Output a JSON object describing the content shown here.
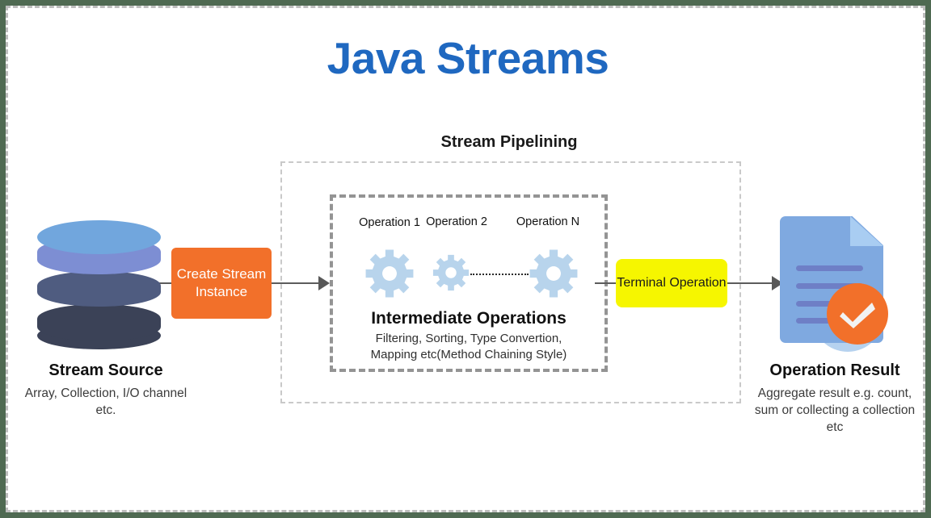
{
  "page": {
    "title": "Java Streams",
    "title_color": "#1f68c0",
    "background_color": "#4f6a52",
    "card_color": "#ffffff"
  },
  "pipeline": {
    "heading": "Stream Pipelining"
  },
  "source": {
    "icon": "database-cylinder-icon",
    "title": "Stream Source",
    "subtitle": "Array, Collection, I/O channel etc.",
    "colors": {
      "top": "#71a6dd",
      "band1": "#7d8ed3",
      "band2": "#4f5c80",
      "band3": "#3b4257"
    }
  },
  "create_step": {
    "label": "Create Stream Instance",
    "background": "#f2702a",
    "text_color": "#ffffff"
  },
  "operations": [
    {
      "label": "Operation 1",
      "icon": "gear-icon",
      "size": "large"
    },
    {
      "label": "Operation 2",
      "icon": "gear-icon",
      "size": "small"
    },
    {
      "label": "Operation N",
      "icon": "gear-icon",
      "size": "large"
    }
  ],
  "intermediate": {
    "title": "Intermediate Operations",
    "subtitle_line1": "Filtering, Sorting, Type Convertion,",
    "subtitle_line2": "Mapping etc(Method Chaining Style)",
    "gear_color": "#b8d4ec"
  },
  "terminal_step": {
    "label": "Terminal Operation",
    "background": "#f6f600",
    "text_color": "#1a1a1a"
  },
  "result": {
    "icon": "document-check-icon",
    "title": "Operation Result",
    "subtitle": "Aggregate result e.g. count, sum or collecting a collection etc",
    "document_color": "#7fa9e0",
    "check_color": "#f2702a"
  }
}
